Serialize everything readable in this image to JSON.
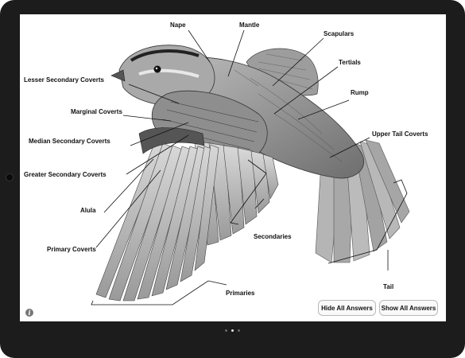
{
  "labels": {
    "nape": "Nape",
    "mantle": "Mantle",
    "scapulars": "Scapulars",
    "tertials": "Tertials",
    "rump": "Rump",
    "upper_tail_coverts": "Upper Tail Coverts",
    "lesser_secondary_coverts": "Lesser Secondary Coverts",
    "marginal_coverts": "Marginal Coverts",
    "median_secondary_coverts": "Median Secondary Coverts",
    "greater_secondary_coverts": "Greater Secondary Coverts",
    "alula": "Alula",
    "primary_coverts": "Primary Coverts",
    "secondaries": "Secondaries",
    "primaries": "Primaries",
    "tail": "Tail"
  },
  "buttons": {
    "hide_all": "Hide All Answers",
    "show_all": "Show All Answers"
  },
  "info_icon": "i",
  "page_indicator": {
    "count": 3,
    "current": 2
  },
  "icons": [
    "info-icon",
    "camera-icon"
  ]
}
